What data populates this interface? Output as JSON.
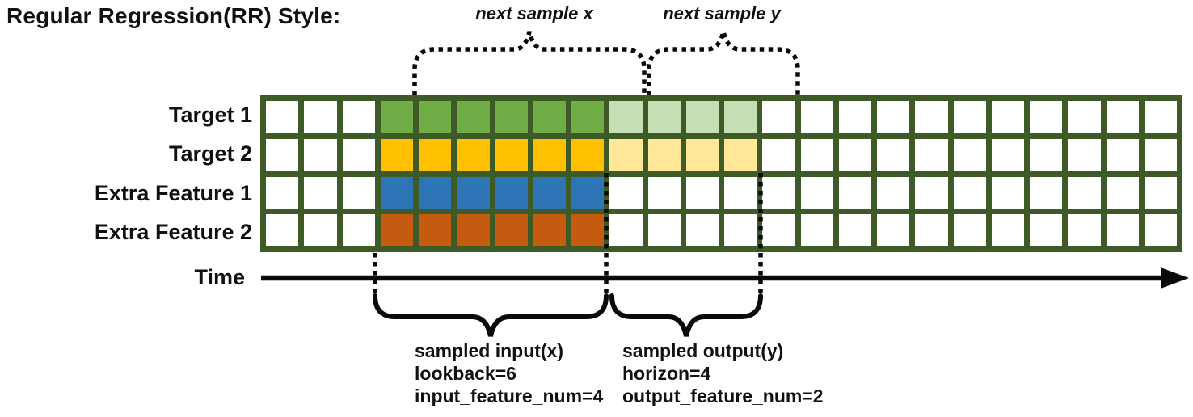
{
  "title": "Regular Regression(RR) Style:",
  "annotations": {
    "next_sample_x": "next sample x",
    "next_sample_y": "next sample y",
    "time_label": "Time",
    "input_block": {
      "line1": "sampled input(x)",
      "line2": "lookback=6",
      "line3": "input_feature_num=4"
    },
    "output_block": {
      "line1": "sampled output(y)",
      "line2": "horizon=4",
      "line3": "output_feature_num=2"
    }
  },
  "grid": {
    "columns": 24,
    "lookback_start": 3,
    "lookback": 6,
    "horizon": 4,
    "input_feature_num": 4,
    "output_feature_num": 2,
    "rows": [
      {
        "label": "Target 1",
        "solid": "green",
        "light": "light_green"
      },
      {
        "label": "Target 2",
        "solid": "gold",
        "light": "light_gold"
      },
      {
        "label": "Extra Feature 1",
        "solid": "blue",
        "light": null
      },
      {
        "label": "Extra Feature 2",
        "solid": "orange",
        "light": null
      }
    ]
  },
  "colors": {
    "grid_border": "#3e5a26",
    "green": "#70ad47",
    "light_green": "#c5e0b4",
    "gold": "#ffc000",
    "light_gold": "#ffe699",
    "blue": "#2e75b6",
    "orange": "#c55a11",
    "line_black": "#0a0a0a",
    "cell_white": "#ffffff"
  }
}
